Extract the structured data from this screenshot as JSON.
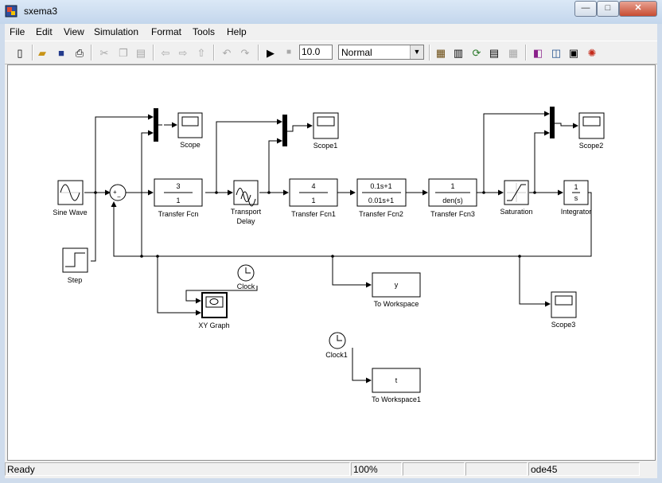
{
  "window": {
    "title": "sxema3",
    "min_glyph": "—",
    "max_glyph": "□",
    "close_glyph": "✕"
  },
  "menu": [
    "File",
    "Edit",
    "View",
    "Simulation",
    "Format",
    "Tools",
    "Help"
  ],
  "toolbar": {
    "stop_time": "10.0",
    "mode": "Normal",
    "mode_arrow": "▼",
    "icons": [
      "new-model-icon",
      "open-icon",
      "save-icon",
      "print-icon",
      "cut-icon",
      "copy-icon",
      "paste-icon",
      "back-icon",
      "forward-icon",
      "up-icon",
      "undo-icon",
      "redo-icon",
      "start-simulation-icon",
      "stop-simulation-icon",
      "build-icon",
      "update-diagram-icon",
      "model-advisor-icon",
      "library-browser-icon",
      "model-explorer-icon",
      "debugger-icon",
      "explorer-icon",
      "profiler-icon",
      "configuration-icon"
    ]
  },
  "blocks": {
    "sine_wave": "Sine Wave",
    "step": "Step",
    "sum_sign_plus": "+",
    "sum_sign_minus": "−",
    "tf1": {
      "label": "Transfer Fcn",
      "num": "3",
      "den": "1"
    },
    "transport_delay": {
      "label1": "Transport",
      "label2": "Delay"
    },
    "tf2": {
      "label": "Transfer Fcn1",
      "num": "4",
      "den": "1"
    },
    "tf3": {
      "label": "Transfer Fcn2",
      "num": "0.1s+1",
      "den": "0.01s+1"
    },
    "tf4": {
      "label": "Transfer Fcn3",
      "num": "1",
      "den": "den(s)"
    },
    "saturation": "Saturation",
    "integrator": {
      "label": "Integrator",
      "num": "1",
      "den": "s"
    },
    "scope": "Scope",
    "scope1": "Scope1",
    "scope2": "Scope2",
    "scope3": "Scope3",
    "xy_graph": "XY Graph",
    "clock": "Clock",
    "clock1": "Clock1",
    "to_workspace": {
      "label": "To Workspace",
      "var": "y"
    },
    "to_workspace1": {
      "label": "To Workspace1",
      "var": "t"
    }
  },
  "status": {
    "ready": "Ready",
    "zoom": "100%",
    "solver": "ode45"
  }
}
